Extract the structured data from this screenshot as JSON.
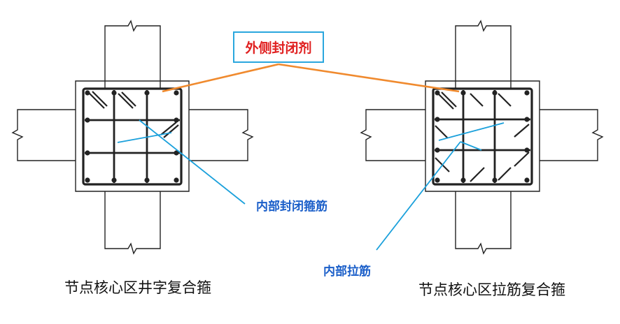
{
  "labels": {
    "sealant": "外侧封闭剂",
    "inner_hoop": "内部封闭箍筋",
    "inner_tie": "内部拉筋"
  },
  "captions": {
    "left": "节点核心区井字复合箍",
    "right": "节点核心区拉筋复合箍"
  },
  "colors": {
    "sealant_line": "#f08a2e",
    "leader_line": "#1aa0db",
    "red_text": "#e02020",
    "blue_text": "#1b5fc9",
    "box_border": "#2aa7de"
  }
}
